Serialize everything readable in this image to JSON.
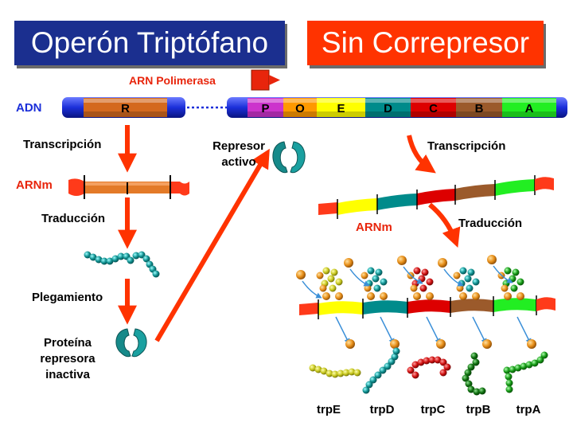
{
  "titles": {
    "left": "Operón Triptófano",
    "right": "Sin Correpresor"
  },
  "labels": {
    "polymerase": "ARN Polimerasa",
    "dna": "ADN",
    "transcription_left": "Transcripción",
    "mrna_left": "ARNm",
    "translation_left": "Traducción",
    "folding": "Plegamiento",
    "inactive_line1": "Proteína",
    "inactive_line2": "represora",
    "inactive_line3": "inactiva",
    "active_line1": "Represor",
    "active_line2": "activo",
    "transcription_right": "Transcripción",
    "mrna_right": "ARNm",
    "translation_right": "Traducción"
  },
  "dna_segments": [
    "R",
    "P",
    "O",
    "E",
    "D",
    "C",
    "B",
    "A"
  ],
  "products": [
    "trpE",
    "trpD",
    "trpC",
    "trpB",
    "trpA"
  ],
  "colors": {
    "title_left_bg": "#1b2f8f",
    "title_right_bg": "#ff3300",
    "dna_backbone": "#1b2fd9",
    "arrow": "#ff3300",
    "label_red": "#e8250c",
    "label_blue": "#1b2fd9",
    "repressor": "#168a8a",
    "seg_R": "#d4691e",
    "seg_P": "#cc33cc",
    "seg_O": "#ff9900",
    "seg_E": "#ffff00",
    "seg_D": "#008b8b",
    "seg_C": "#dd0000",
    "seg_B": "#9b5a2b",
    "seg_A": "#22ee22"
  }
}
